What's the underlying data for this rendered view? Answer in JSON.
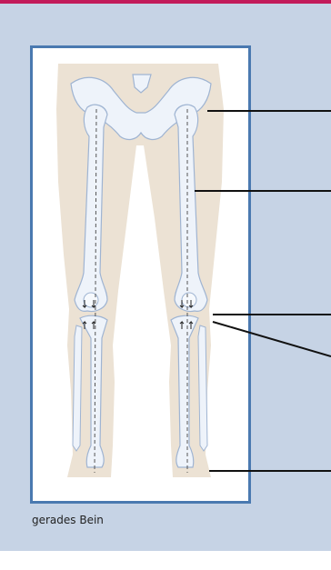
{
  "caption": "gerades Bein",
  "colors": {
    "background": "#c6d3e5",
    "frame_border": "#4a79b0",
    "accent_stripe": "#c21a5a",
    "skin": "#ece2d4",
    "bone": "#eef3fa",
    "bone_outline": "#9fb4d2",
    "leader_line": "#111111"
  },
  "callouts": [
    {
      "id": "hip"
    },
    {
      "id": "femur"
    },
    {
      "id": "knee-joint-upper"
    },
    {
      "id": "knee-joint-lower"
    },
    {
      "id": "ankle"
    }
  ],
  "icons": [
    "hip-bone-illustration",
    "leg-bone-illustration",
    "mechanical-axis-line",
    "knee-force-arrow"
  ]
}
